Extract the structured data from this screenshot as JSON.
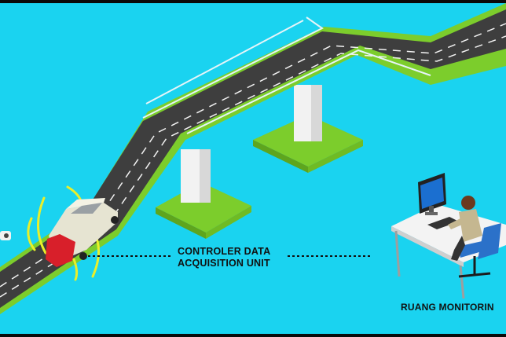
{
  "diagram": {
    "labels": {
      "controller_line1": "CONTROLER DATA",
      "controller_line2": "ACQUISITION UNIT",
      "monitoring_room": "RUANG MONITORIN"
    },
    "colors": {
      "background": "#1ad3f0",
      "road": "#3e3e3e",
      "road_edge": "#7ccd2c",
      "lane_marking": "#f2f2f2",
      "pillar": "#f2f2f2",
      "pillar_base": "#7ccd2c",
      "car_body": "#e6e4d2",
      "car_front": "#d81f2a",
      "sensor_arc": "#e9ef2a",
      "desk": "#f3f3f3",
      "monitor_screen": "#1b6fd0",
      "person_shirt": "#c5b790",
      "chair": "#2b71c9",
      "connector_line": "#111111"
    },
    "icons": [
      "car-icon",
      "sensor-waves-icon",
      "camera-icon",
      "desk-icon",
      "computer-monitor-icon",
      "keyboard-icon",
      "person-icon",
      "chair-icon"
    ]
  }
}
